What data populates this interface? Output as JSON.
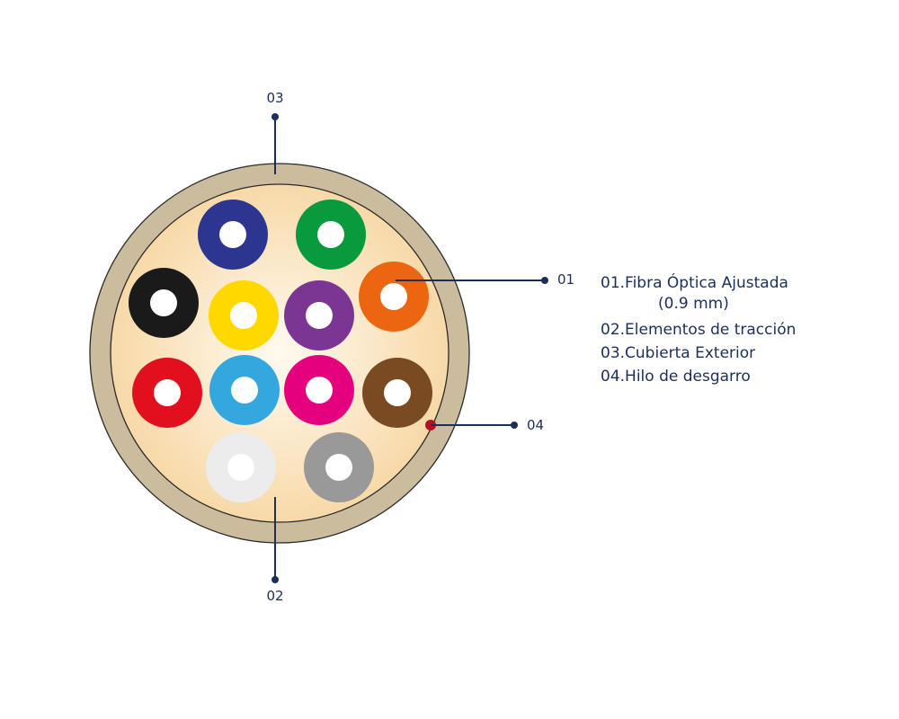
{
  "colors": {
    "jacket": "#cbbc9d",
    "jacket_stroke": "#2a2a2a",
    "core_center": "#fffaf0",
    "core_edge": "#f8d9a8",
    "leader": "#1b2f5b",
    "ripcord": "#b3121d",
    "fiber_hole": "#ffffff"
  },
  "fibers": [
    {
      "color": "#2c3590"
    },
    {
      "color": "#0a9a3e"
    },
    {
      "color": "#1a1a1a"
    },
    {
      "color": "#ffd800"
    },
    {
      "color": "#7b3592"
    },
    {
      "color": "#ec6611"
    },
    {
      "color": "#e2101f"
    },
    {
      "color": "#34a7df"
    },
    {
      "color": "#e5007e"
    },
    {
      "color": "#7a4a22"
    },
    {
      "color": "#ececec"
    },
    {
      "color": "#999999"
    }
  ],
  "callouts": {
    "c01": "01",
    "c02": "02",
    "c03": "03",
    "c04": "04"
  },
  "legend": {
    "item1": "01.Fibra Óptica Ajustada",
    "item1_sub": "(0.9 mm)",
    "item2": "02.Elementos de tracción",
    "item3": "03.Cubierta Exterior",
    "item4": "04.Hilo de desgarro"
  }
}
